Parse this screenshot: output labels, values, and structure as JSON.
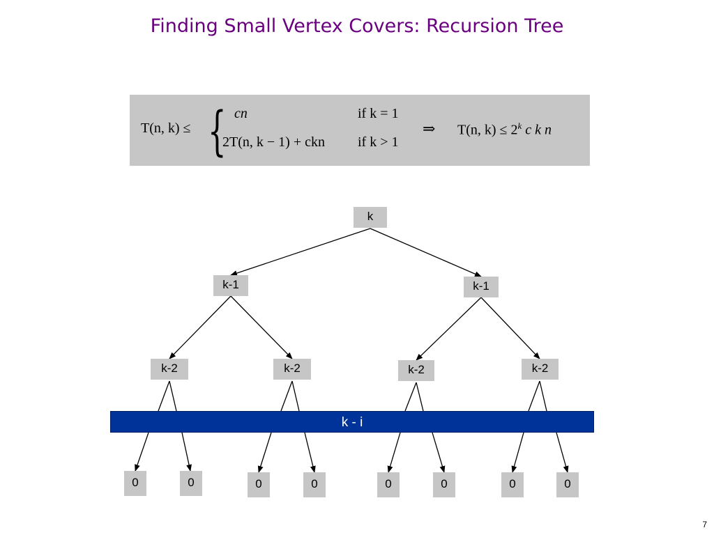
{
  "title": "Finding Small Vertex Covers:  Recursion Tree",
  "formula": {
    "lhs": "T(n, k) ≤",
    "case1_expr": "cn",
    "case1_cond": "if k = 1",
    "case2_expr": "2T(n, k − 1) + ckn",
    "case2_cond": "if k > 1",
    "implies": "⇒",
    "rhs_main": "T(n, k) ≤ 2",
    "rhs_exp": "k",
    "rhs_tail": " c k n"
  },
  "tree": {
    "root": "k",
    "level1": [
      "k-1",
      "k-1"
    ],
    "level2": [
      "k-2",
      "k-2",
      "k-2",
      "k-2"
    ],
    "band_label": "k - i",
    "leaves": [
      "0",
      "0",
      "0",
      "0",
      "0",
      "0",
      "0",
      "0"
    ]
  },
  "page_number": "7"
}
